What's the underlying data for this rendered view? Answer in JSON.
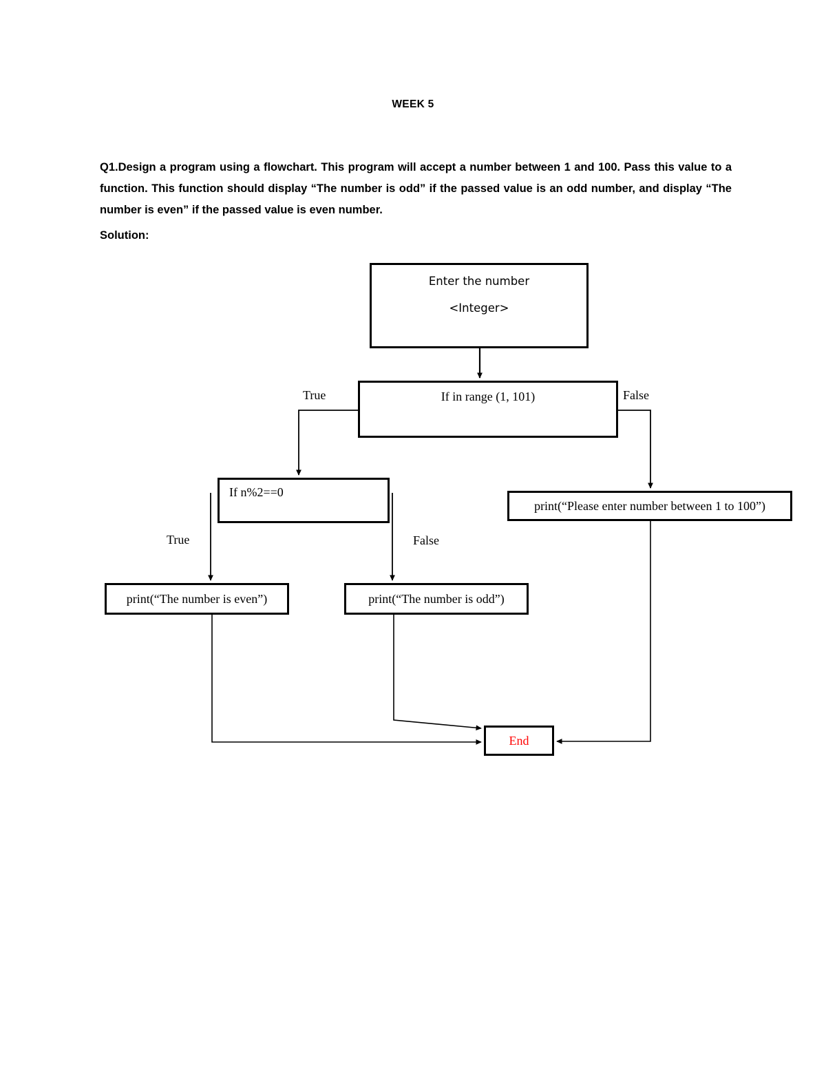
{
  "document": {
    "title": "WEEK 5",
    "question": "Q1.Design a program using a flowchart. This program will accept a number between 1 and 100. Pass this value to a function. This function should display “The number is odd” if the passed value is an odd number, and display “The number is even” if the passed value is even number.",
    "solution_label": "Solution:"
  },
  "flowchart": {
    "nodes": {
      "input": {
        "line1": "Enter the number",
        "line2": "<Integer>"
      },
      "range_check": {
        "label": "If in range (1, 101)"
      },
      "mod_check": {
        "label": "If n%2==0"
      },
      "print_range_error": {
        "label": "print(“Please enter number between 1 to 100”)"
      },
      "print_even": {
        "label": "print(“The number is even”)"
      },
      "print_odd": {
        "label": "print(“The number is odd”)"
      },
      "end": {
        "label": "End",
        "color": "#ff0000"
      }
    },
    "edge_labels": {
      "range_true": "True",
      "range_false": "False",
      "mod_true": "True",
      "mod_false": "False"
    }
  }
}
